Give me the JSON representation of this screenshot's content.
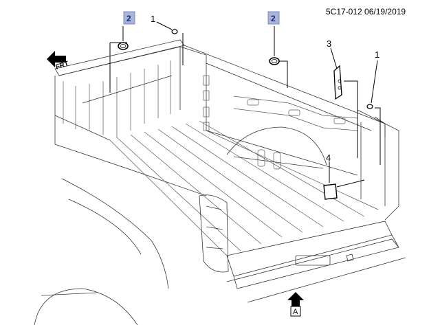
{
  "header": {
    "ref_code": "5C17-012  06/19/2019"
  },
  "callouts": {
    "c1a": "1",
    "c1b": "1",
    "c2a": "2",
    "c2b": "2",
    "c3": "3",
    "c4": "4"
  },
  "direction_marker": {
    "label": "FRT",
    "icon": "arrow-left-icon"
  },
  "view_marker": {
    "label": "A",
    "icon": "arrow-up-icon"
  },
  "colors": {
    "callout_box_fill": "#a9b4dc",
    "callout_box_stroke": "#6b78a8"
  }
}
